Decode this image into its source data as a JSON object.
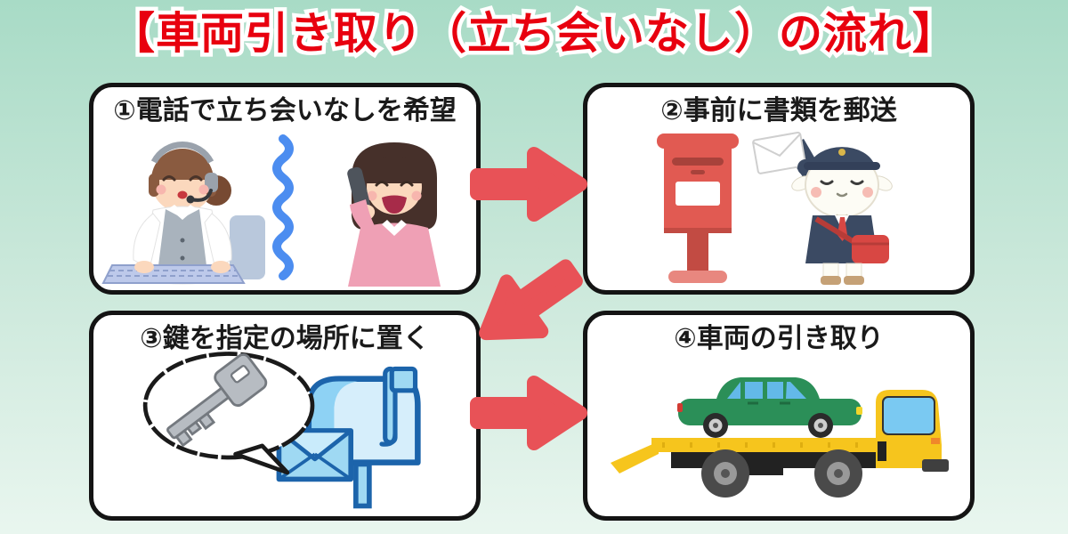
{
  "page": {
    "title": "【車両引き取り（立ち会いなし）の流れ】",
    "title_color": "#e8000f",
    "title_outline_color": "#ffffff",
    "background_top": "#a8dbc6",
    "background_bottom": "#e9f6ef",
    "box_background": "#ffffff",
    "box_border_color": "#141414",
    "arrow_color": "#e85257"
  },
  "steps": [
    {
      "number": "①",
      "label": "①電話で立ち会いなしを希望",
      "illustrations": [
        "call-center-operator-icon",
        "phone-wave-icon",
        "customer-on-phone-icon"
      ]
    },
    {
      "number": "②",
      "label": "②事前に書類を郵送",
      "illustrations": [
        "japan-postbox-icon",
        "goat-mailman-icon"
      ]
    },
    {
      "number": "③",
      "label": "③鍵を指定の場所に置く",
      "illustrations": [
        "key-speech-bubble-icon",
        "mailbox-envelope-icon"
      ]
    },
    {
      "number": "④",
      "label": "④車両の引き取り",
      "illustrations": [
        "tow-truck-with-car-icon"
      ]
    }
  ],
  "arrows": [
    {
      "name": "arrow-step1-to-step2",
      "direction": "right"
    },
    {
      "name": "arrow-step2-to-step3",
      "direction": "down-left"
    },
    {
      "name": "arrow-step3-to-step4",
      "direction": "right"
    }
  ]
}
